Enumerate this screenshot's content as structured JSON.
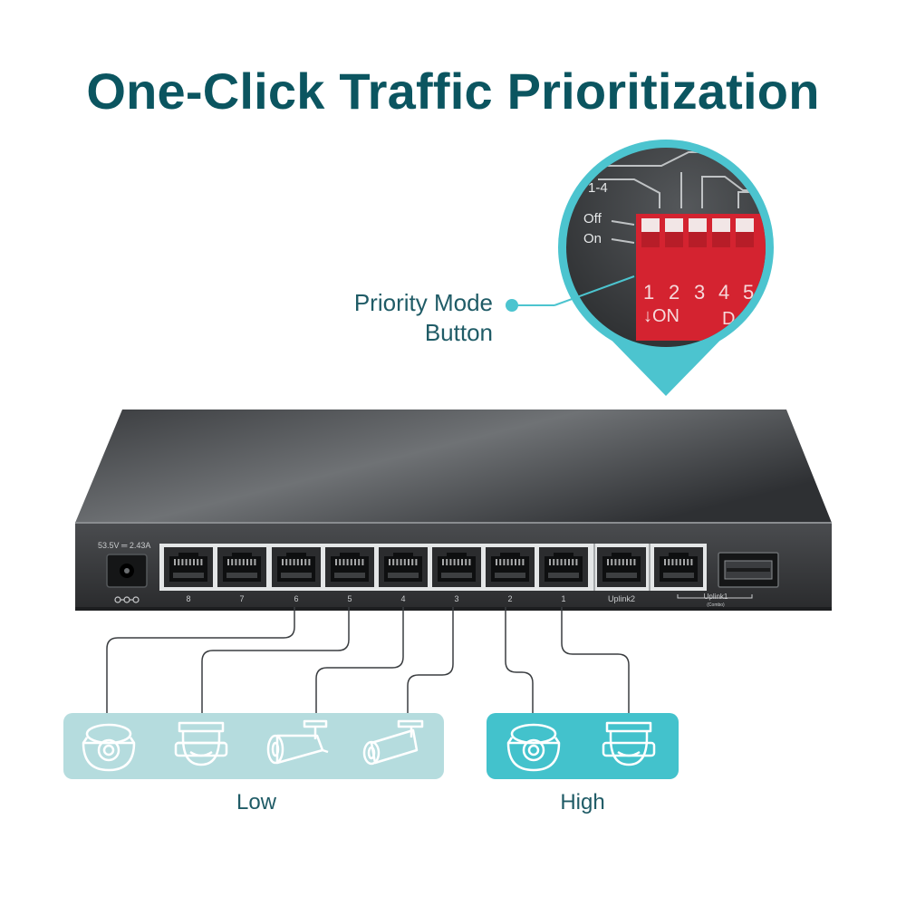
{
  "headline": "One-Click Traffic Prioritization",
  "callout": {
    "line1": "Priority Mode",
    "line2": "Button"
  },
  "dip_switch": {
    "group_label": "1-4",
    "off_label": "Off",
    "on_label": "On",
    "numbers": [
      "1",
      "2",
      "3",
      "4",
      "5"
    ],
    "on_text": "↓ON",
    "brand_fragment": "D"
  },
  "switch_panel": {
    "power_label": "53.5V ═ 2.43A",
    "ports": [
      "8",
      "7",
      "6",
      "5",
      "4",
      "3",
      "2",
      "1"
    ],
    "uplink2": "Uplink2",
    "uplink1": "Uplink1",
    "uplink1_sub": "(Combo)"
  },
  "groups": {
    "low": "Low",
    "high": "High"
  },
  "colors": {
    "accent": "#4cc4cf",
    "headline": "#0b5560",
    "low_panel": "#b5dcde",
    "high_panel": "#43c2cc",
    "dip_red": "#d42330"
  },
  "icons": {
    "low": [
      "dome-camera-icon",
      "dome-camera-icon",
      "bullet-camera-icon",
      "bullet-camera-icon"
    ],
    "high": [
      "dome-camera-icon",
      "dome-camera-icon"
    ]
  }
}
